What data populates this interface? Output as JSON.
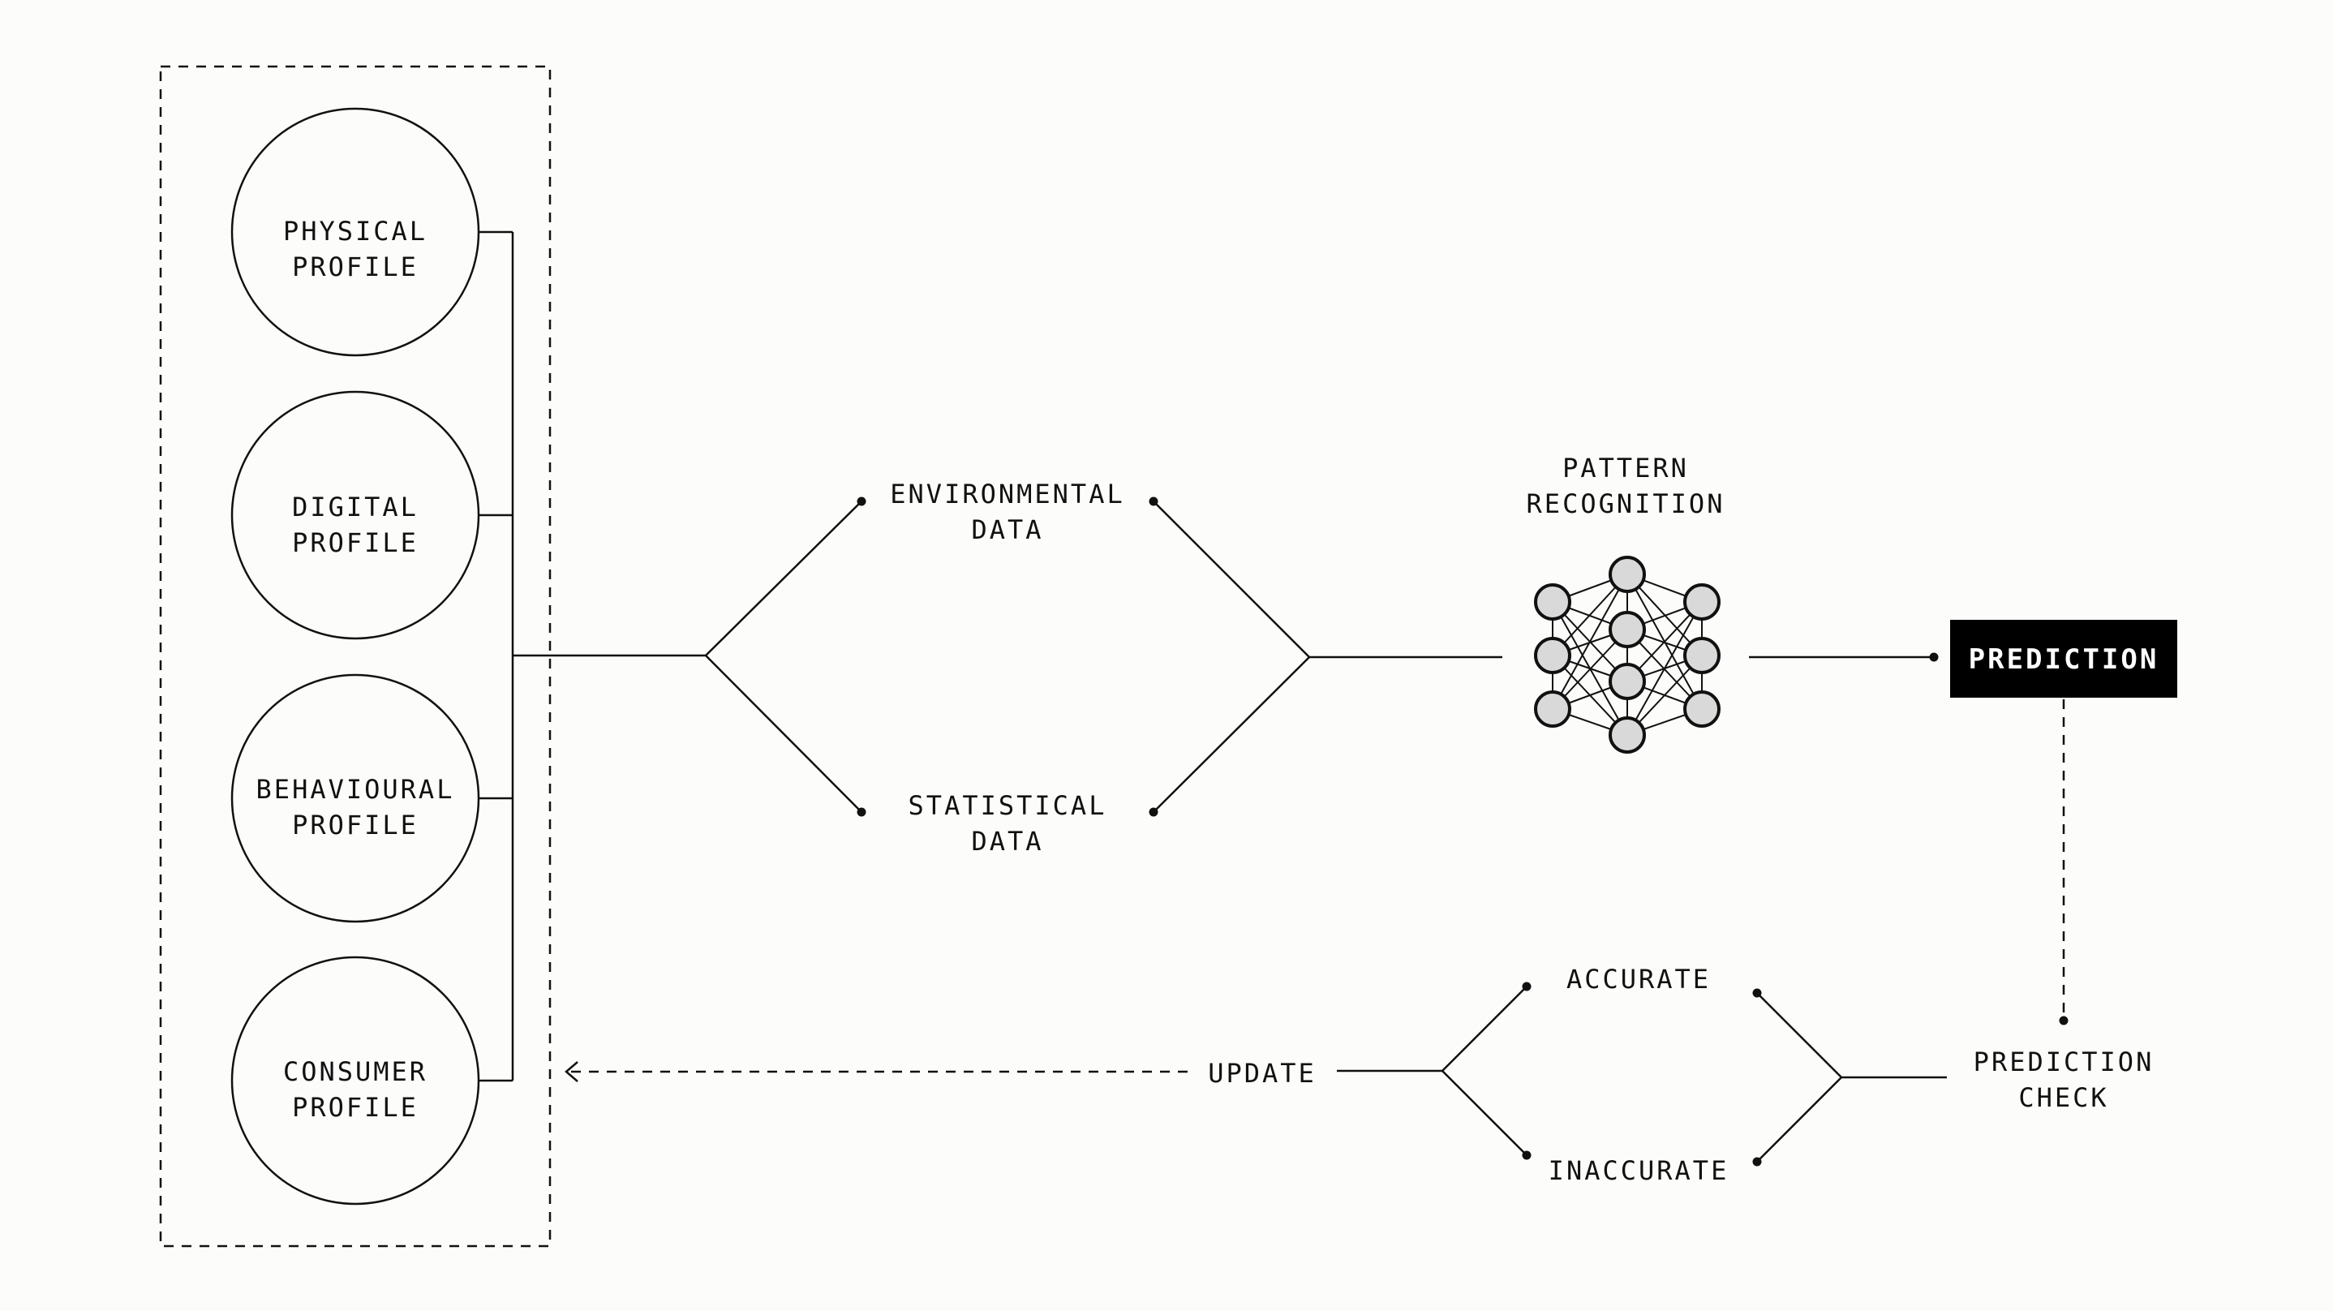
{
  "profiles": [
    {
      "line1": "PHYSICAL",
      "line2": "PROFILE"
    },
    {
      "line1": "DIGITAL",
      "line2": "PROFILE"
    },
    {
      "line1": "BEHAVIOURAL",
      "line2": "PROFILE"
    },
    {
      "line1": "CONSUMER",
      "line2": "PROFILE"
    }
  ],
  "data_sources": {
    "environmental": {
      "line1": "ENVIRONMENTAL",
      "line2": "DATA"
    },
    "statistical": {
      "line1": "STATISTICAL",
      "line2": "DATA"
    }
  },
  "pattern_recognition": {
    "line1": "PATTERN",
    "line2": "RECOGNITION",
    "icon": "neural-network-icon"
  },
  "prediction": {
    "label": "PREDICTION"
  },
  "prediction_check": {
    "line1": "PREDICTION",
    "line2": "CHECK"
  },
  "outcomes": {
    "accurate": "ACCURATE",
    "inaccurate": "INACCURATE"
  },
  "update": {
    "label": "UPDATE"
  },
  "colors": {
    "ink": "#111111",
    "background": "#fcfcfa",
    "node_fill": "#d9d9d9",
    "prediction_box": "#000000"
  }
}
